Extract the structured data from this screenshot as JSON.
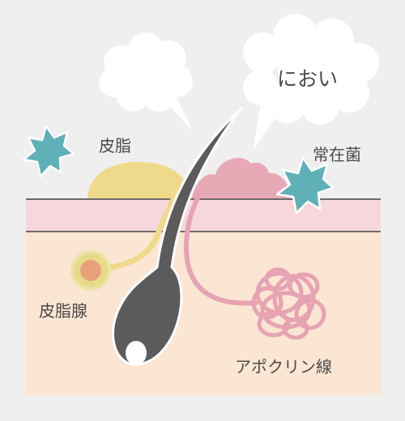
{
  "labels": {
    "smell": "におい",
    "sebum": "皮脂",
    "bacteria": "常在菌",
    "sebaceous_gland": "皮脂腺",
    "apocrine_gland": "アポクリン線"
  },
  "colors": {
    "background": "#efefef",
    "dermis": "#fbe5d3",
    "epidermis": "#f6d8dc",
    "skin_line": "#6e6a6a",
    "sebum": "#efd98a",
    "sebaceous_gland": "#e8da88",
    "sebaceous_core": "#e8a17a",
    "apocrine": "#e6a3b3",
    "hair": "#5b5b5b",
    "bacteria": "#5fb0b7",
    "text": "#4a4a4a"
  }
}
